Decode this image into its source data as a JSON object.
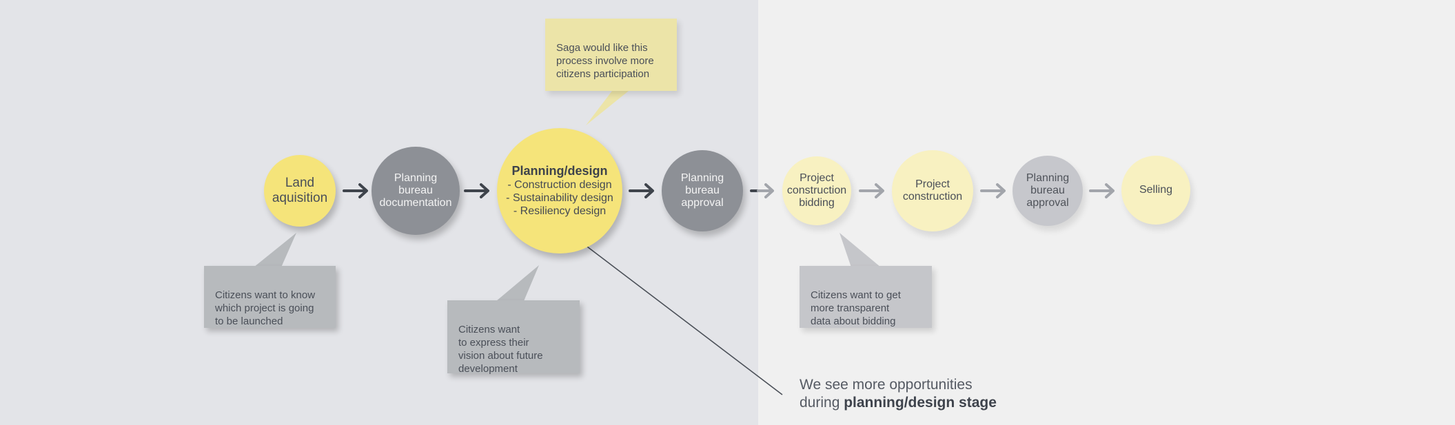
{
  "nodes": {
    "land": {
      "label": "Land\naquisition"
    },
    "planning_doc": {
      "label": "Planning\nbureau\ndocumentation"
    },
    "planning_design": {
      "title": "Planning/design",
      "items": [
        "- Construction design",
        "- Sustainability design",
        "- Resiliency design"
      ]
    },
    "bureau_approval_1": {
      "label": "Planning\nbureau\napproval"
    },
    "bidding": {
      "label": "Project\nconstruction\nbidding"
    },
    "construction": {
      "label": "Project\nconstruction"
    },
    "bureau_approval_2": {
      "label": "Planning\nbureau\napproval"
    },
    "selling": {
      "label": "Selling"
    }
  },
  "callouts": {
    "saga": "Saga would like this\nprocess involve more\ncitizens participation",
    "land": "Citizens want to know\nwhich project is going\nto be launched",
    "vision": "Citizens want\nto express their\nvision about future\ndevelopment",
    "bidding": "Citizens want to get\nmore transparent\ndata about bidding"
  },
  "conclusion": {
    "line1": "We see more opportunities",
    "line2_prefix": "during ",
    "line2_bold": "planning/design stage"
  },
  "colors": {
    "bg_left": "#e3e4e8",
    "bg_right": "#f0f0f0",
    "yellow": "#f5e47a",
    "grey": "#8d9096",
    "arrow_dark": "#3f444c",
    "arrow_light": "#a2a5ab"
  }
}
